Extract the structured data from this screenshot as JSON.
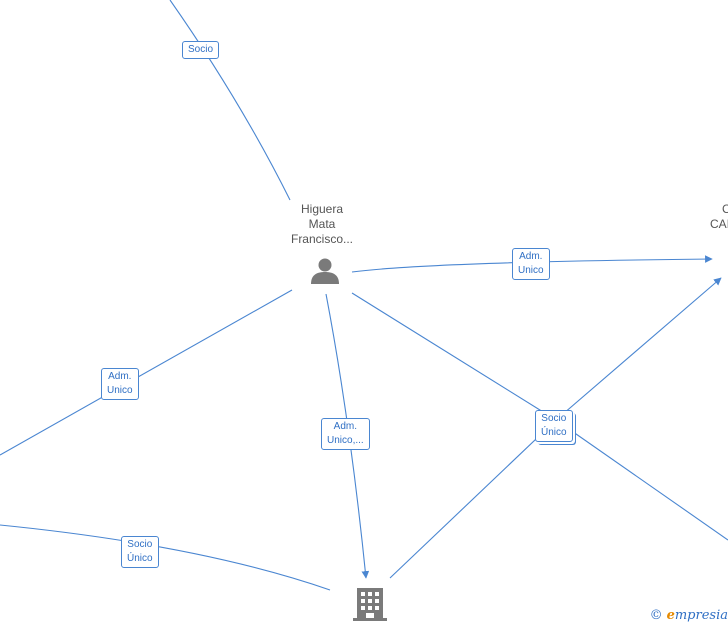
{
  "nodes": {
    "person": {
      "name_lines": [
        "Higuera",
        "Mata",
        "Francisco..."
      ]
    },
    "company_right": {
      "name_lines": [
        "C",
        "CAI"
      ]
    }
  },
  "edge_labels": {
    "socio_top": [
      "Socio"
    ],
    "adm_right": [
      "Adm.",
      "Unico"
    ],
    "adm_left": [
      "Adm.",
      "Unico"
    ],
    "adm_center": [
      "Adm.",
      "Unico,..."
    ],
    "socio_unico_right": [
      "Socio",
      "Único"
    ],
    "socio_unico_bottom": [
      "Socio",
      "Único"
    ]
  },
  "colors": {
    "edge": "#4a86d1",
    "node_icon": "#7a7a7a",
    "label_text": "#2f6fc4"
  },
  "footer": {
    "copyright_symbol": "©",
    "brand_initial": "e",
    "brand_rest": "mpresia"
  }
}
